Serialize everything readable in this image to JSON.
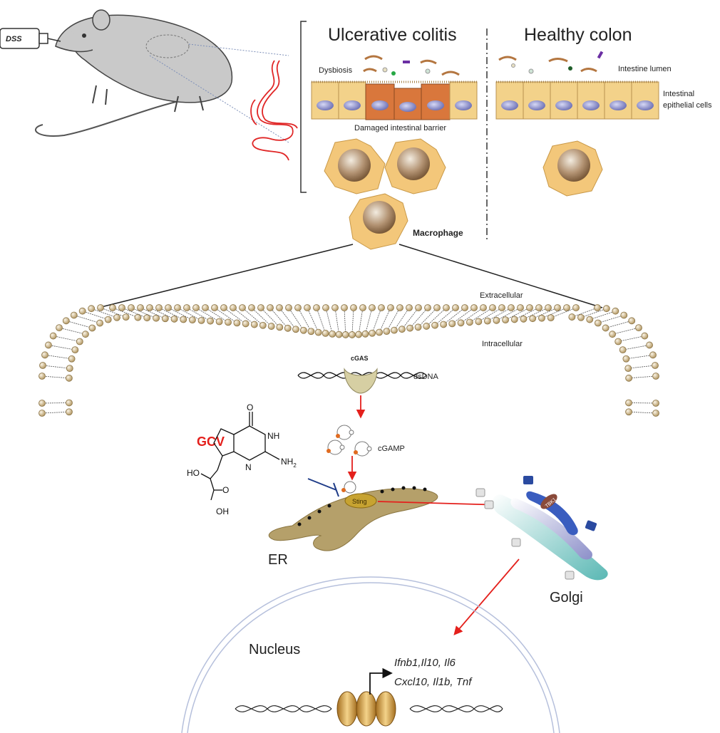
{
  "labels": {
    "dss": "DSS",
    "ulcerative_colitis": "Ulcerative colitis",
    "healthy_colon": "Healthy colon",
    "dysbiosis": "Dysbiosis",
    "intestine_lumen": "Intestine lumen",
    "intestinal_epithelial_cells_line1": "Intestinal",
    "intestinal_epithelial_cells_line2": "epithelial cells",
    "damaged_barrier": "Damaged intestinal barrier",
    "macrophage": "Macrophage",
    "extracellular": "Extracellular",
    "intracellular": "Intracellular",
    "cgas": "cGAS",
    "dsdna": "dsDNA",
    "cgamp": "cGAMP",
    "gcv": "GCV",
    "sting": "Sting",
    "tbk1": "TBK1",
    "er": "ER",
    "golgi": "Golgi",
    "nucleus": "Nucleus",
    "genes_line1": "Ifnb1,Il10,  Il6",
    "genes_line2": "Cxcl10, Il1b, Tnf"
  },
  "molecule": {
    "ho_top": "HO",
    "oh_bottom": "OH",
    "o_ring": "O",
    "o_carbonyl": "O",
    "n_label": "N",
    "nh_label": "NH",
    "nh2_label": "NH"
  },
  "colors": {
    "gcv": "#e4201c",
    "activation_arrow": "#e4201c",
    "inhibition": "#1f3c88",
    "epithelium": "#f3d28a",
    "damaged_epithelium": "#d9773c",
    "macrophage": "#f3c77a",
    "membrane_head": "#d9c39a",
    "er": "#b5a06a",
    "golgi_blue": "#3a5dbf",
    "golgi_teal": "#78c7c4",
    "nucleosome": "#d9a53c"
  }
}
